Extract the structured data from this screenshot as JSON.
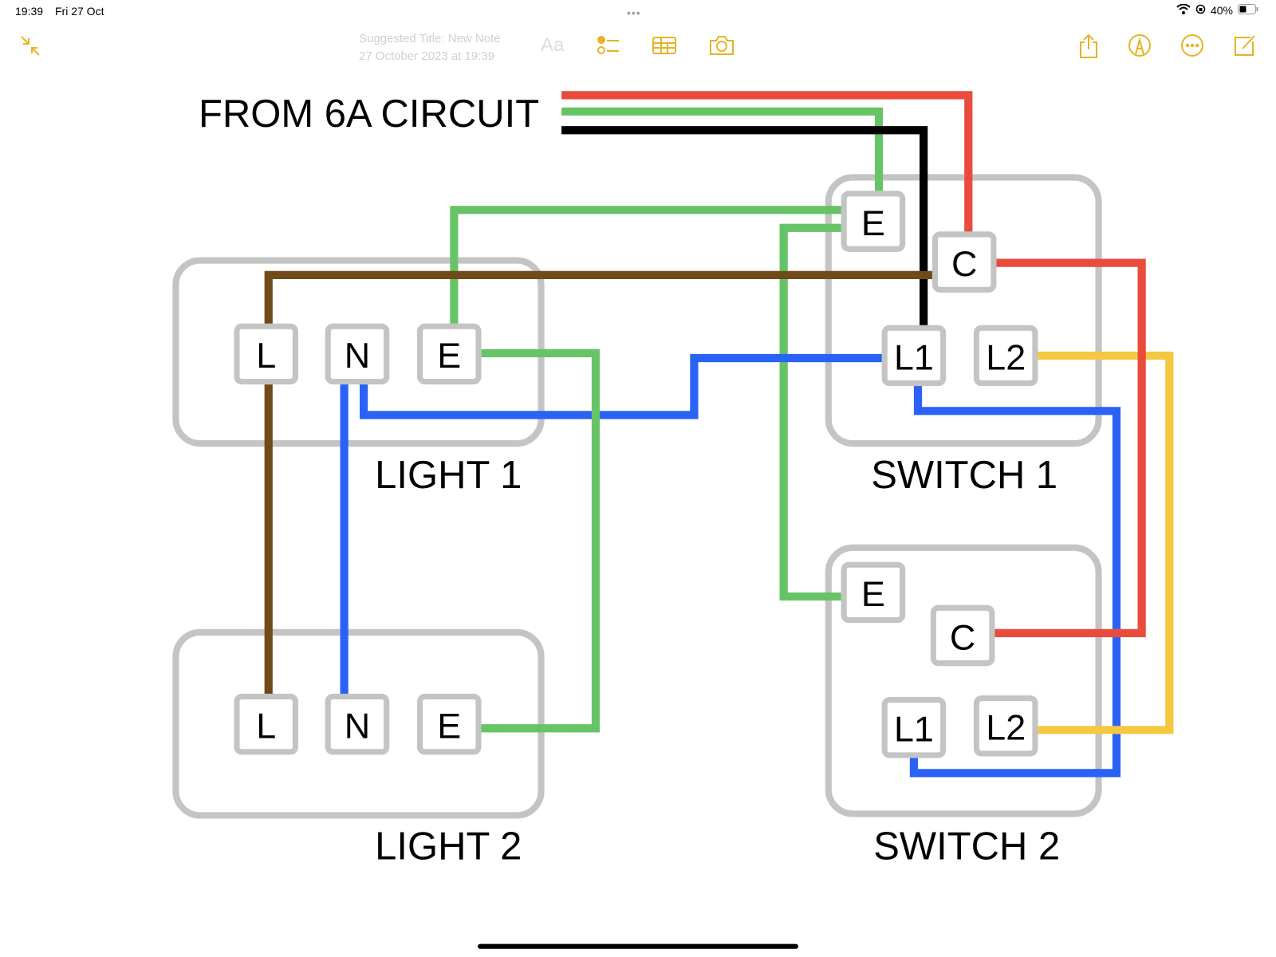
{
  "status_bar": {
    "time": "19:39",
    "date": "Fri 27 Oct",
    "battery": "40%"
  },
  "toolbar": {
    "format_label": "Aa",
    "ghost_title": "Suggested Title: New Note",
    "ghost_date": "27 October 2023 at 19:39",
    "icons": [
      "collapse-icon",
      "checklist-icon",
      "table-icon",
      "camera-icon",
      "share-icon",
      "markup-icon",
      "more-icon",
      "compose-icon"
    ]
  },
  "accent_color": "#E6B325",
  "diagram": {
    "title": "FROM 6A CIRCUIT",
    "components": [
      {
        "label": "LIGHT 1",
        "terminals": [
          "L",
          "N",
          "E"
        ]
      },
      {
        "label": "LIGHT 2",
        "terminals": [
          "L",
          "N",
          "E"
        ]
      },
      {
        "label": "SWITCH 1",
        "terminals": [
          "E",
          "C",
          "L1",
          "L2"
        ]
      },
      {
        "label": "SWITCH 2",
        "terminals": [
          "E",
          "C",
          "L1",
          "L2"
        ]
      }
    ],
    "wires": [
      {
        "name": "supply-live",
        "color": "#E94B3C"
      },
      {
        "name": "supply-earth",
        "color": "#67C466"
      },
      {
        "name": "supply-neutral",
        "color": "#000000"
      },
      {
        "name": "earth-switch1-light1",
        "color": "#67C466"
      },
      {
        "name": "earth-switch1-switch2",
        "color": "#67C466"
      },
      {
        "name": "switched-live-light1",
        "color": "#704A1A"
      },
      {
        "name": "switched-live-light2",
        "color": "#704A1A"
      },
      {
        "name": "neutral-light1-switch1",
        "color": "#2962F5"
      },
      {
        "name": "neutral-light1-light2",
        "color": "#2962F5"
      },
      {
        "name": "strapper-l1",
        "color": "#2962F5"
      },
      {
        "name": "earth-light1-light2",
        "color": "#67C466"
      },
      {
        "name": "strapper-l2",
        "color": "#F5C842"
      },
      {
        "name": "common-switch1-switch2",
        "color": "#E94B3C"
      }
    ],
    "box_color": "#C4C4C4"
  }
}
